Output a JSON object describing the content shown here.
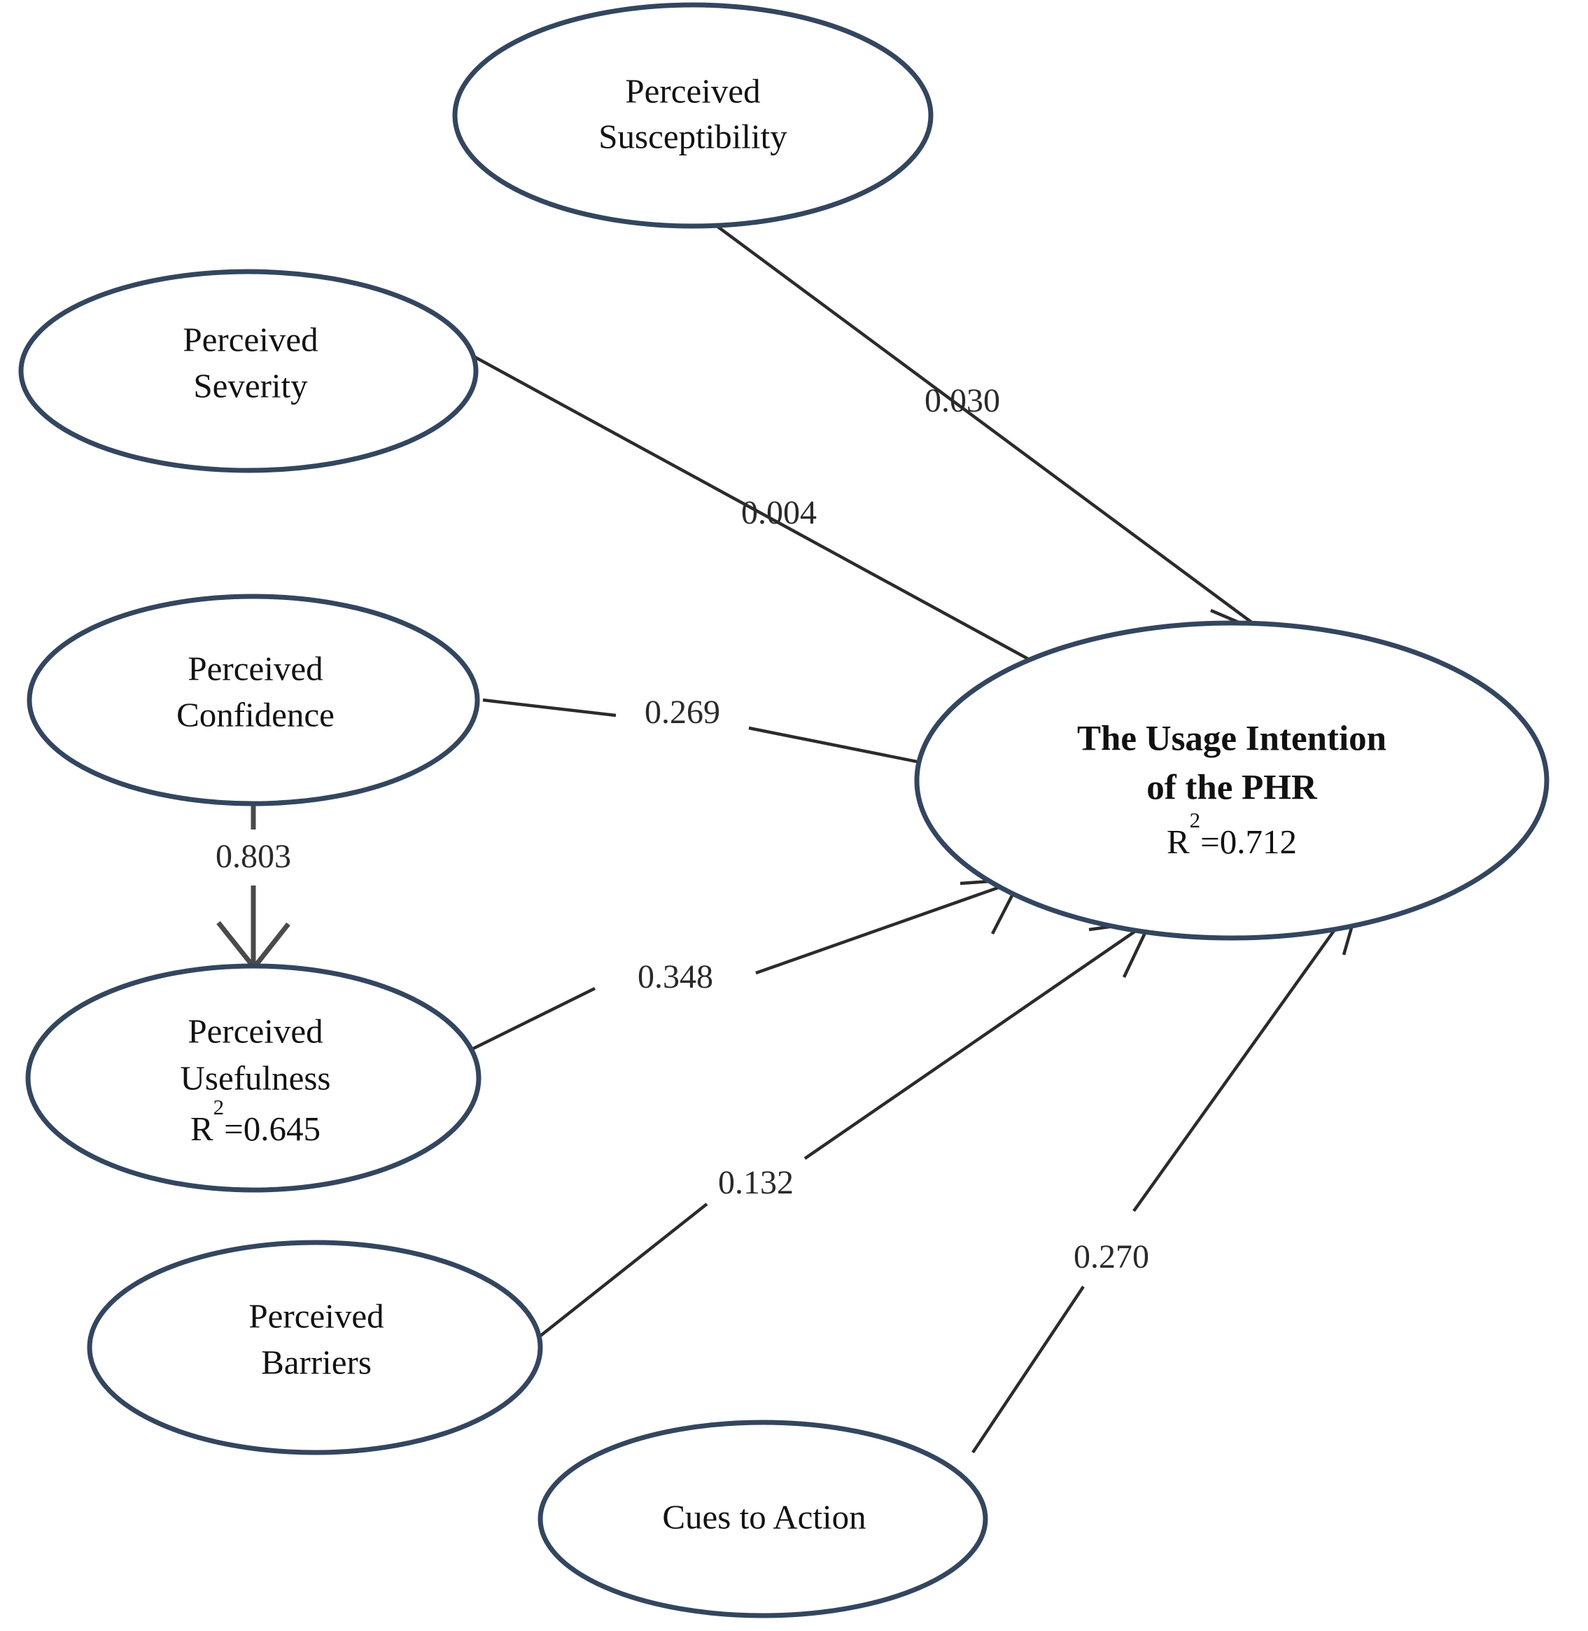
{
  "figure": {
    "type": "path-diagram",
    "description": "Structural equation model of PHR usage intention",
    "background_color": "#ffffff",
    "node_border_color": "#33465f",
    "edge_color": "#2b2b2b",
    "text_color": "#121212"
  },
  "nodes": [
    {
      "id": "perceived-susceptibility",
      "lines": [
        "Perceived",
        "Susceptibility"
      ],
      "line1": "Perceived",
      "line2": "Susceptibility",
      "bold": false,
      "r2": null
    },
    {
      "id": "perceived-severity",
      "lines": [
        "Perceived",
        "Severity"
      ],
      "line1": "Perceived",
      "line2": "Severity",
      "bold": false,
      "r2": null
    },
    {
      "id": "perceived-confidence",
      "lines": [
        "Perceived",
        "Confidence"
      ],
      "line1": "Perceived",
      "line2": "Confidence",
      "bold": false,
      "r2": null
    },
    {
      "id": "perceived-usefulness",
      "lines": [
        "Perceived",
        "Usefulness"
      ],
      "line1": "Perceived",
      "line2": "Usefulness",
      "bold": false,
      "r2_label": "R",
      "r2_sup": "2",
      "r2_value": "=0.645"
    },
    {
      "id": "perceived-barriers",
      "lines": [
        "Perceived",
        "Barriers"
      ],
      "line1": "Perceived",
      "line2": "Barriers",
      "bold": false,
      "r2": null
    },
    {
      "id": "cues-to-action",
      "lines": [
        "Cues to Action"
      ],
      "line1": "Cues to Action",
      "line2": "",
      "bold": false,
      "r2": null
    },
    {
      "id": "usage-intention-phr",
      "lines": [
        "The Usage Intention",
        "of the PHR"
      ],
      "line1": "The Usage Intention",
      "line2": "of the PHR",
      "bold": true,
      "r2_label": "R",
      "r2_sup": "2",
      "r2_value": "=0.712"
    }
  ],
  "edges": [
    {
      "id": "susceptibility-to-intention",
      "from": "perceived-susceptibility",
      "to": "usage-intention-phr",
      "coefficient": "0.030"
    },
    {
      "id": "severity-to-intention",
      "from": "perceived-severity",
      "to": "usage-intention-phr",
      "coefficient": "0.004"
    },
    {
      "id": "confidence-to-intention",
      "from": "perceived-confidence",
      "to": "usage-intention-phr",
      "coefficient": "0.269"
    },
    {
      "id": "confidence-to-usefulness",
      "from": "perceived-confidence",
      "to": "perceived-usefulness",
      "coefficient": "0.803"
    },
    {
      "id": "usefulness-to-intention",
      "from": "perceived-usefulness",
      "to": "usage-intention-phr",
      "coefficient": "0.348"
    },
    {
      "id": "barriers-to-intention",
      "from": "perceived-barriers",
      "to": "usage-intention-phr",
      "coefficient": "0.132"
    },
    {
      "id": "cues-to-intention",
      "from": "cues-to-action",
      "to": "usage-intention-phr",
      "coefficient": "0.270"
    }
  ]
}
